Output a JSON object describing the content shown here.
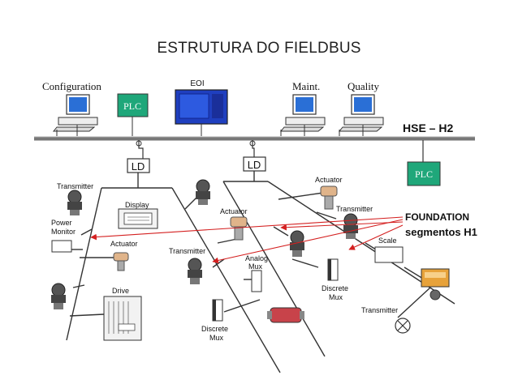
{
  "title": "ESTRUTURA DO FIELDBUS",
  "top": {
    "configuration": "Configuration",
    "plc": "PLC",
    "eoi": "EOI",
    "maint": "Maint.",
    "quality": "Quality",
    "hse": "HSE – H2",
    "plc_right": "PLC"
  },
  "ld": {
    "left": "LD",
    "right": "LD"
  },
  "devices": {
    "transmitter_1": "Transmitter",
    "display": "Display",
    "power_monitor_1": "Power",
    "power_monitor_2": "Monitor",
    "actuator_1": "Actuator",
    "drive": "Drive",
    "actuator_2": "Actuator",
    "transmitter_2": "Transmitter",
    "analog_mux_1": "Analog",
    "analog_mux_2": "Mux",
    "discrete_mux_1_a": "Discrete",
    "discrete_mux_1_b": "Mux",
    "actuator_3": "Actuator",
    "transmitter_3": "Transmitter",
    "scale": "Scale",
    "discrete_mux_2_a": "Discrete",
    "discrete_mux_2_b": "Mux",
    "transmitter_4": "Transmitter"
  },
  "callout": {
    "line1": "FOUNDATION",
    "line2": "segmentos H1"
  },
  "colors": {
    "plc_fill": "#1fa77a",
    "eoi_fill": "#1f3fbf",
    "screen_fill": "#2a6fd6",
    "arrow_red": "#d42020",
    "bus_gray": "#8a8a8a"
  }
}
